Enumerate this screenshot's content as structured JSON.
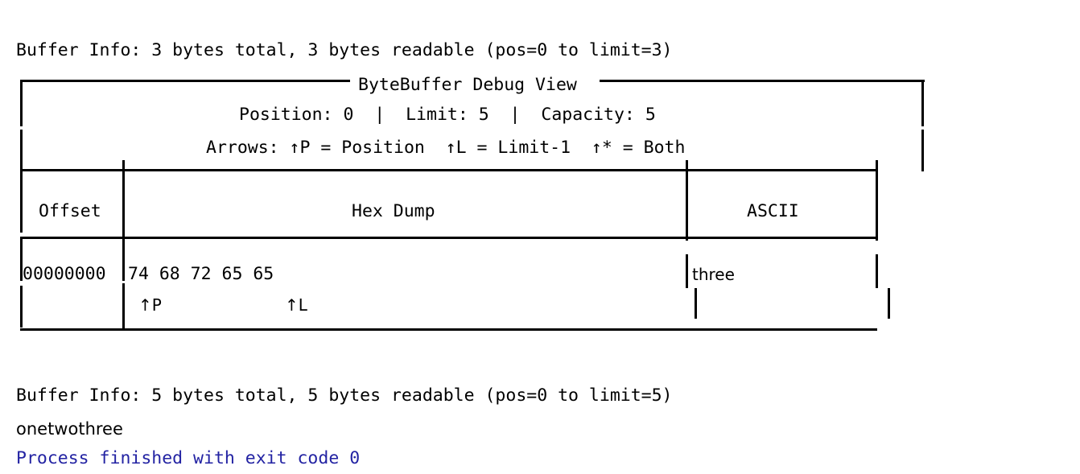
{
  "console": {
    "info_line_1": "Buffer Info: 3 bytes total, 3 bytes readable (pos=0 to limit=3)",
    "info_line_2": "Buffer Info: 5 bytes total, 5 bytes readable (pos=0 to limit=5)",
    "result_line": "onetwothree",
    "exit_line": "Process finished with exit code 0",
    "exit_color": "#2323a3",
    "text_color": "#000000",
    "background": "#ffffff"
  },
  "debug_view": {
    "title": "ByteBuffer Debug View",
    "stats": {
      "position_label": "Position:",
      "position_value": "0",
      "limit_label": "Limit:",
      "limit_value": "5",
      "capacity_label": "Capacity:",
      "capacity_value": "5",
      "separator": "|",
      "line": "Position: 0  |  Limit: 5  |  Capacity: 5"
    },
    "legend": {
      "prefix": "Arrows:",
      "items": [
        {
          "symbol": "↑P",
          "meaning": "Position"
        },
        {
          "symbol": "↑L",
          "meaning": "Limit-1"
        },
        {
          "symbol": "↑*",
          "meaning": "Both"
        }
      ],
      "line": "Arrows: ↑P = Position  ↑L = Limit-1  ↑* = Both"
    },
    "table": {
      "headers": [
        "Offset",
        "Hex Dump",
        "ASCII"
      ],
      "rows": [
        {
          "offset": "00000000",
          "hex": "74 68 72 65 65",
          "ascii": "three",
          "markers": [
            {
              "symbol": "↑P",
              "byte_index": 0
            },
            {
              "symbol": "↑L",
              "byte_index": 4
            }
          ]
        }
      ]
    }
  }
}
